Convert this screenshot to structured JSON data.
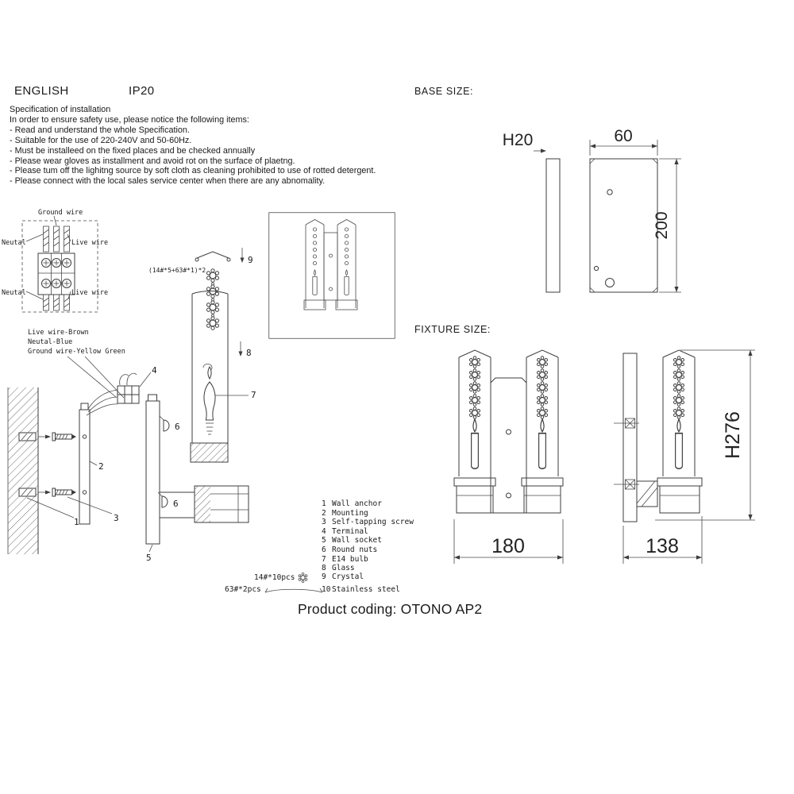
{
  "header": {
    "language": "ENGLISH",
    "ip_rating": "IP20",
    "base_size_label": "BASE SIZE:",
    "fixture_size_label": "FIXTURE SIZE:"
  },
  "spec": {
    "title": "Specification of installation",
    "intro": "In order to ensure safety use, please notice the following items:",
    "items": [
      "- Read and understand the whole Specification.",
      "- Suitable for the use of 220-240V and 50-60Hz.",
      "- Must be installeed on the fixed places and be checked annually",
      "- Please wear gloves as installment and avoid rot on the surface of plaetng.",
      "- Please tum off the lighitng source by soft cloth as cleaning prohibited to use of rotted detergent.",
      "- Please connect with the local sales service center when there are any abnomality."
    ]
  },
  "wiring": {
    "ground_wire_label": "Ground wire",
    "neutral_label_top": "Neutal",
    "live_label_top": "Live wire",
    "neutral_label_bottom": "Neutal",
    "live_label_bottom": "Live wire",
    "legend": [
      "Live wire-Brown",
      "Neutal-Blue",
      "Ground wire-Yellow Green"
    ]
  },
  "dimensions": {
    "base_thickness": "H20",
    "base_width": "60",
    "base_height": "200",
    "fixture_width": "180",
    "fixture_depth": "138",
    "fixture_height": "H276"
  },
  "assembly": {
    "crystal_formula": "(14#*5+63#*1)*2"
  },
  "parts": [
    {
      "num": "1",
      "name": "Wall anchor"
    },
    {
      "num": "2",
      "name": "Mounting"
    },
    {
      "num": "3",
      "name": "Self-tapping screw"
    },
    {
      "num": "4",
      "name": "Terminal"
    },
    {
      "num": "5",
      "name": "Wall socket"
    },
    {
      "num": "6",
      "name": "Round nuts"
    },
    {
      "num": "7",
      "name": "E14 bulb"
    },
    {
      "num": "8",
      "name": "Glass"
    },
    {
      "num": "9",
      "name": "Crystal"
    },
    {
      "num": "10",
      "name": "Stainless steel"
    }
  ],
  "quantities": {
    "crystal": "14#*10pcs",
    "steel": "63#*2pcs"
  },
  "footer": {
    "label": "Product coding:",
    "value": "OTONO AP2"
  }
}
